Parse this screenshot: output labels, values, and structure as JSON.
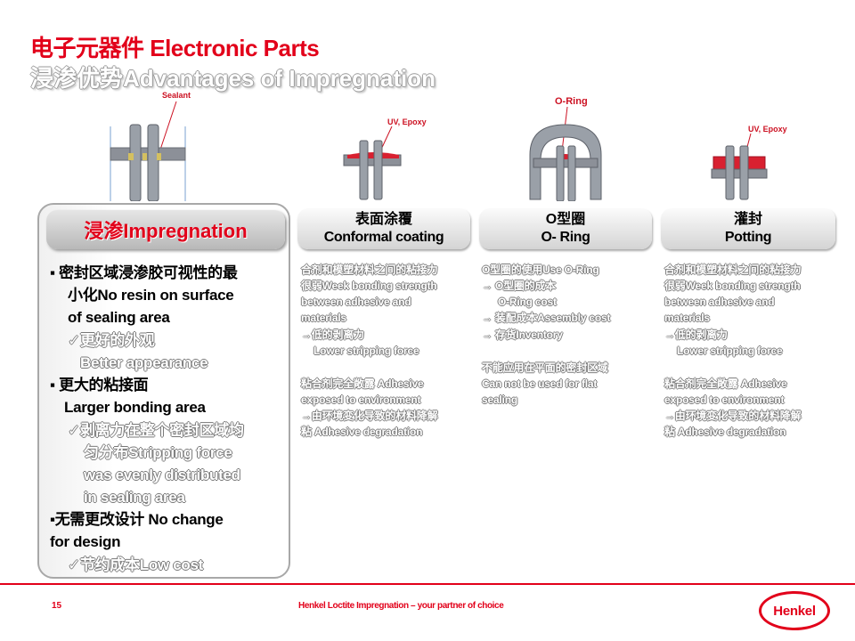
{
  "header": {
    "title_line1": "电子元器件 Electronic Parts",
    "title_line2": "浸渗优势Advantages of Impregnation"
  },
  "figures": {
    "impregnation_label": "Sealant",
    "conformal_label": "UV, Epoxy",
    "oring_label": "O-Ring",
    "potting_label": "UV, Epoxy"
  },
  "left_panel": {
    "heading": "浸渗Impregnation",
    "lines": [
      "▪  密封区域浸渗胶可视性的最",
      "小化No resin on surface",
      "of sealing area",
      "✓更好的外观",
      "Better appearance",
      "▪  更大的粘接面",
      "Larger bonding area",
      "✓剥离力在整个密封区域均",
      "匀分布Stripping force",
      "was evenly distributed",
      "in sealing area",
      "▪无需更改设计 No change",
      "for design",
      "✓节约成本Low cost"
    ]
  },
  "columns": [
    {
      "title_cn": "表面涂覆",
      "title_en": "Conformal coating",
      "lines": [
        "合剂和模塑材料之间的粘接力",
        "很弱Week bonding strength",
        "between adhesive and",
        "materials",
        "→低的剥离力",
        "Lower stripping force",
        "",
        "粘合剂完全敞露 Adhesive",
        "exposed to environment",
        "→由环境变化导致的材料降解",
        "粘 Adhesive degradation"
      ]
    },
    {
      "title_cn": "O型圈",
      "title_en": "O- Ring",
      "lines": [
        "O型圈的使用Use O-Ring",
        "→ O型圈的成本",
        "O-Ring cost",
        "→ 装配成本Assembly cost",
        "→ 存货Inventory",
        "",
        "不能应用在平面的密封区域",
        "Can not be used for flat",
        "sealing"
      ]
    },
    {
      "title_cn": "灌封",
      "title_en": "Potting",
      "lines": [
        "合剂和模塑材料之间的粘接力",
        "很弱Week bonding strength",
        "between adhesive and",
        "materials",
        "→低的剥离力",
        "Lower stripping force",
        "",
        "粘合剂完全敞露 Adhesive",
        "exposed to environment",
        "→由环境变化导致的材料降解",
        "粘 Adhesive degradation"
      ]
    }
  ],
  "footer": {
    "page_number": "15",
    "tagline": "Henkel Loctite Impregnation – your partner of choice",
    "logo_text": "Henkel"
  },
  "colors": {
    "brand_red": "#e2001a",
    "sealant_red": "#cc1122",
    "part_grey": "#9aa0a8"
  }
}
